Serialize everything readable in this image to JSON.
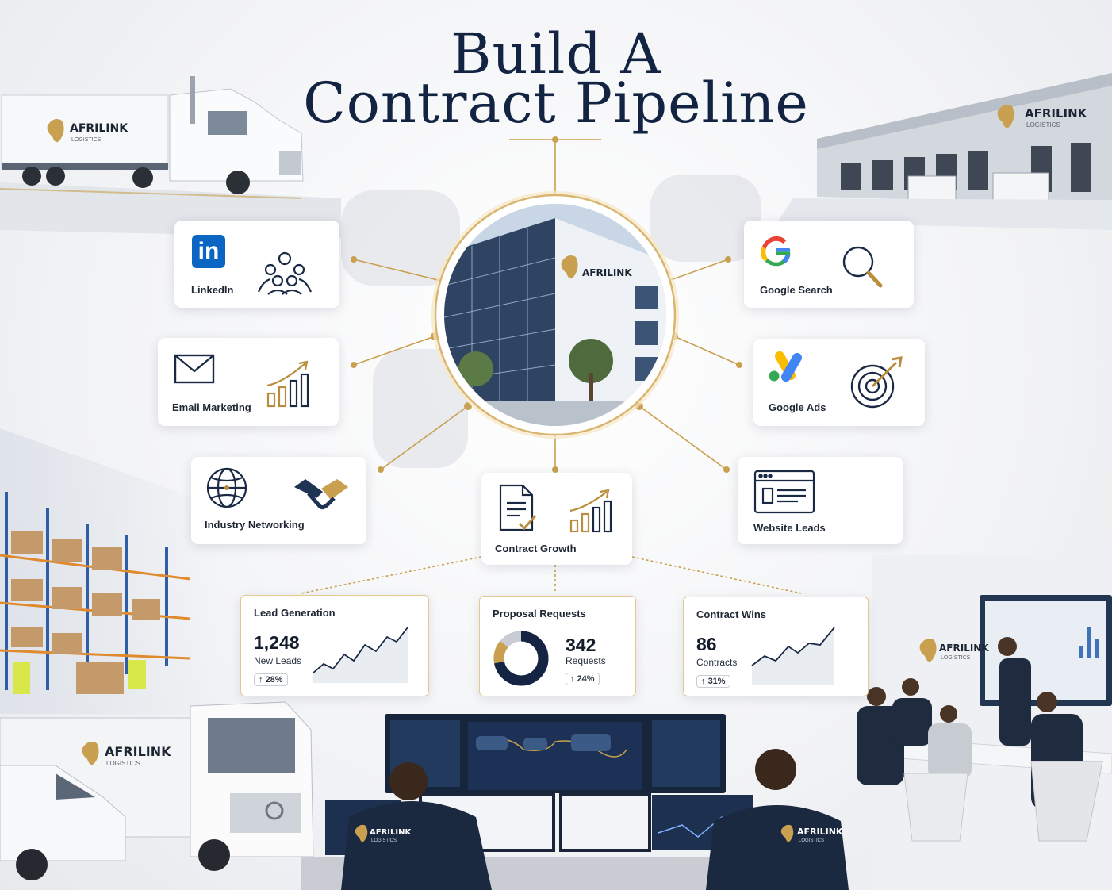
{
  "title": {
    "line1": "Build A",
    "line2": "Contract Pipeline"
  },
  "brand": {
    "name": "AFRILINK",
    "tagline": "LOGISTICS"
  },
  "colors": {
    "navy": "#132443",
    "gold": "#c9a050",
    "accent_blue": "#1f4e8c"
  },
  "channels": [
    {
      "label": "LinkedIn",
      "icon": "linkedin-icon",
      "secondary_icon": "people-group-icon"
    },
    {
      "label": "Email Marketing",
      "icon": "envelope-icon",
      "secondary_icon": "bar-growth-icon"
    },
    {
      "label": "Industry Networking",
      "icon": "globe-icon",
      "secondary_icon": "handshake-icon"
    },
    {
      "label": "Google Search",
      "icon": "google-icon",
      "secondary_icon": "magnifier-icon"
    },
    {
      "label": "Google Ads",
      "icon": "google-ads-icon",
      "secondary_icon": "target-icon"
    },
    {
      "label": "Website Leads",
      "icon": "browser-window-icon",
      "secondary_icon": ""
    }
  ],
  "hub": {
    "label": "Contract Growth",
    "icon": "contract-document-icon",
    "secondary_icon": "bar-growth-icon"
  },
  "metrics": {
    "lead_generation": {
      "title": "Lead Generation",
      "value": "1,248",
      "unit": "New Leads",
      "change": "28%"
    },
    "proposal_requests": {
      "title": "Proposal Requests",
      "value": "342",
      "unit": "Requests",
      "change": "24%",
      "donut_fill": 0.72
    },
    "contract_wins": {
      "title": "Contract Wins",
      "value": "86",
      "unit": "Contracts",
      "change": "31%"
    }
  }
}
